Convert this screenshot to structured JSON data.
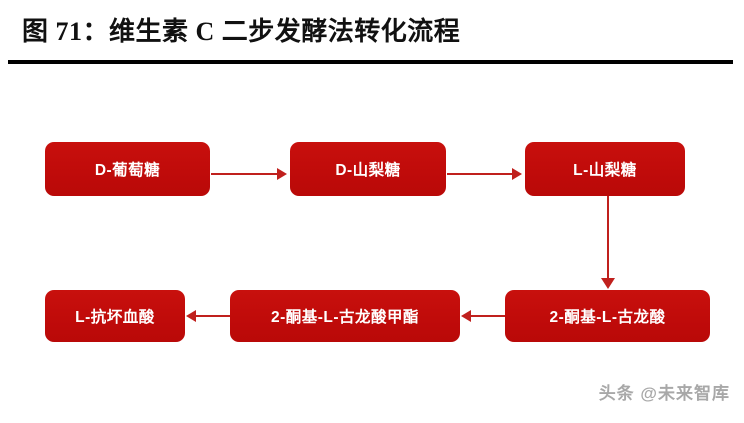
{
  "header": {
    "figure_title": "图 71：维生素 C 二步发酵法转化流程"
  },
  "colors": {
    "node_fill": "#c00b0a",
    "node_fill_light": "#c8100d",
    "node_text": "#ffffff",
    "connector": "#c0201d",
    "rule": "#000000",
    "background": "#ffffff",
    "watermark_text": "#9a9a9a"
  },
  "diagram": {
    "type": "flowchart",
    "nodes": [
      {
        "id": "glucose",
        "label": "D-葡萄糖",
        "row": "top",
        "order": 1
      },
      {
        "id": "dsorbose",
        "label": "D-山梨糖",
        "row": "top",
        "order": 2
      },
      {
        "id": "lsorbose",
        "label": "L-山梨糖",
        "row": "top",
        "order": 3
      },
      {
        "id": "kga",
        "label": "2-酮基-L-古龙酸",
        "row": "bottom",
        "order": 4
      },
      {
        "id": "kgaester",
        "label": "2-酮基-L-古龙酸甲酯",
        "row": "bottom",
        "order": 5
      },
      {
        "id": "ascorbic",
        "label": "L-抗坏血酸",
        "row": "bottom",
        "order": 6
      }
    ],
    "edges": [
      {
        "from": "glucose",
        "to": "dsorbose",
        "direction": "right"
      },
      {
        "from": "dsorbose",
        "to": "lsorbose",
        "direction": "right"
      },
      {
        "from": "lsorbose",
        "to": "kga",
        "direction": "down"
      },
      {
        "from": "kga",
        "to": "kgaester",
        "direction": "left"
      },
      {
        "from": "kgaester",
        "to": "ascorbic",
        "direction": "left"
      }
    ]
  },
  "watermark": {
    "text": "头条 @未来智库"
  }
}
